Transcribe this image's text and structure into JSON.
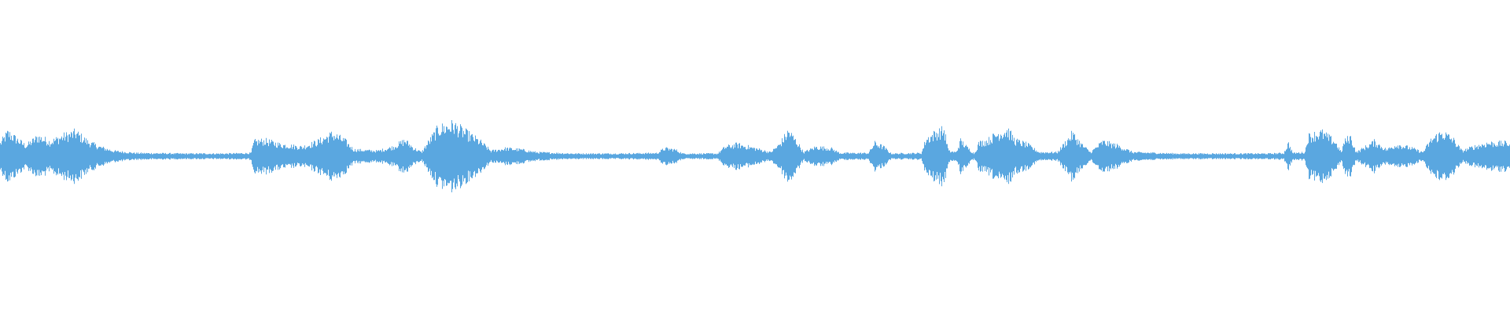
{
  "waveform": {
    "color": "#5aa7e0",
    "baseline_color": "#5aa7e0",
    "envelope": [
      [
        0.0,
        0.05
      ],
      [
        0.005,
        0.09
      ],
      [
        0.011,
        0.065
      ],
      [
        0.017,
        0.04
      ],
      [
        0.025,
        0.075
      ],
      [
        0.033,
        0.055
      ],
      [
        0.041,
        0.075
      ],
      [
        0.05,
        0.09
      ],
      [
        0.058,
        0.055
      ],
      [
        0.066,
        0.035
      ],
      [
        0.075,
        0.02
      ],
      [
        0.09,
        0.012
      ],
      [
        0.12,
        0.01
      ],
      [
        0.15,
        0.01
      ],
      [
        0.166,
        0.012
      ],
      [
        0.168,
        0.055
      ],
      [
        0.175,
        0.06
      ],
      [
        0.185,
        0.045
      ],
      [
        0.2,
        0.035
      ],
      [
        0.21,
        0.055
      ],
      [
        0.22,
        0.085
      ],
      [
        0.228,
        0.06
      ],
      [
        0.234,
        0.025
      ],
      [
        0.25,
        0.02
      ],
      [
        0.26,
        0.035
      ],
      [
        0.268,
        0.06
      ],
      [
        0.274,
        0.03
      ],
      [
        0.279,
        0.015
      ],
      [
        0.283,
        0.05
      ],
      [
        0.29,
        0.105
      ],
      [
        0.3,
        0.12
      ],
      [
        0.308,
        0.09
      ],
      [
        0.318,
        0.055
      ],
      [
        0.325,
        0.02
      ],
      [
        0.335,
        0.03
      ],
      [
        0.345,
        0.025
      ],
      [
        0.355,
        0.015
      ],
      [
        0.38,
        0.01
      ],
      [
        0.41,
        0.01
      ],
      [
        0.435,
        0.012
      ],
      [
        0.44,
        0.03
      ],
      [
        0.447,
        0.025
      ],
      [
        0.452,
        0.01
      ],
      [
        0.475,
        0.01
      ],
      [
        0.48,
        0.035
      ],
      [
        0.488,
        0.045
      ],
      [
        0.5,
        0.03
      ],
      [
        0.51,
        0.015
      ],
      [
        0.516,
        0.045
      ],
      [
        0.522,
        0.095
      ],
      [
        0.528,
        0.05
      ],
      [
        0.532,
        0.015
      ],
      [
        0.54,
        0.035
      ],
      [
        0.55,
        0.03
      ],
      [
        0.556,
        0.012
      ],
      [
        0.575,
        0.012
      ],
      [
        0.579,
        0.05
      ],
      [
        0.585,
        0.035
      ],
      [
        0.59,
        0.01
      ],
      [
        0.61,
        0.012
      ],
      [
        0.613,
        0.065
      ],
      [
        0.62,
        0.09
      ],
      [
        0.625,
        0.1
      ],
      [
        0.628,
        0.02
      ],
      [
        0.633,
        0.015
      ],
      [
        0.636,
        0.06
      ],
      [
        0.64,
        0.035
      ],
      [
        0.645,
        0.01
      ],
      [
        0.648,
        0.05
      ],
      [
        0.654,
        0.06
      ],
      [
        0.66,
        0.085
      ],
      [
        0.667,
        0.1
      ],
      [
        0.672,
        0.06
      ],
      [
        0.68,
        0.045
      ],
      [
        0.688,
        0.015
      ],
      [
        0.7,
        0.015
      ],
      [
        0.705,
        0.05
      ],
      [
        0.71,
        0.085
      ],
      [
        0.716,
        0.045
      ],
      [
        0.722,
        0.015
      ],
      [
        0.73,
        0.055
      ],
      [
        0.74,
        0.04
      ],
      [
        0.75,
        0.015
      ],
      [
        0.78,
        0.01
      ],
      [
        0.81,
        0.01
      ],
      [
        0.84,
        0.01
      ],
      [
        0.85,
        0.012
      ],
      [
        0.853,
        0.05
      ],
      [
        0.856,
        0.012
      ],
      [
        0.864,
        0.015
      ],
      [
        0.866,
        0.075
      ],
      [
        0.875,
        0.09
      ],
      [
        0.884,
        0.055
      ],
      [
        0.888,
        0.015
      ],
      [
        0.89,
        0.055
      ],
      [
        0.894,
        0.075
      ],
      [
        0.898,
        0.015
      ],
      [
        0.904,
        0.035
      ],
      [
        0.91,
        0.055
      ],
      [
        0.918,
        0.025
      ],
      [
        0.925,
        0.045
      ],
      [
        0.935,
        0.03
      ],
      [
        0.942,
        0.015
      ],
      [
        0.948,
        0.065
      ],
      [
        0.955,
        0.09
      ],
      [
        0.962,
        0.065
      ],
      [
        0.968,
        0.02
      ],
      [
        0.975,
        0.035
      ],
      [
        0.985,
        0.05
      ],
      [
        1.0,
        0.05
      ]
    ]
  }
}
